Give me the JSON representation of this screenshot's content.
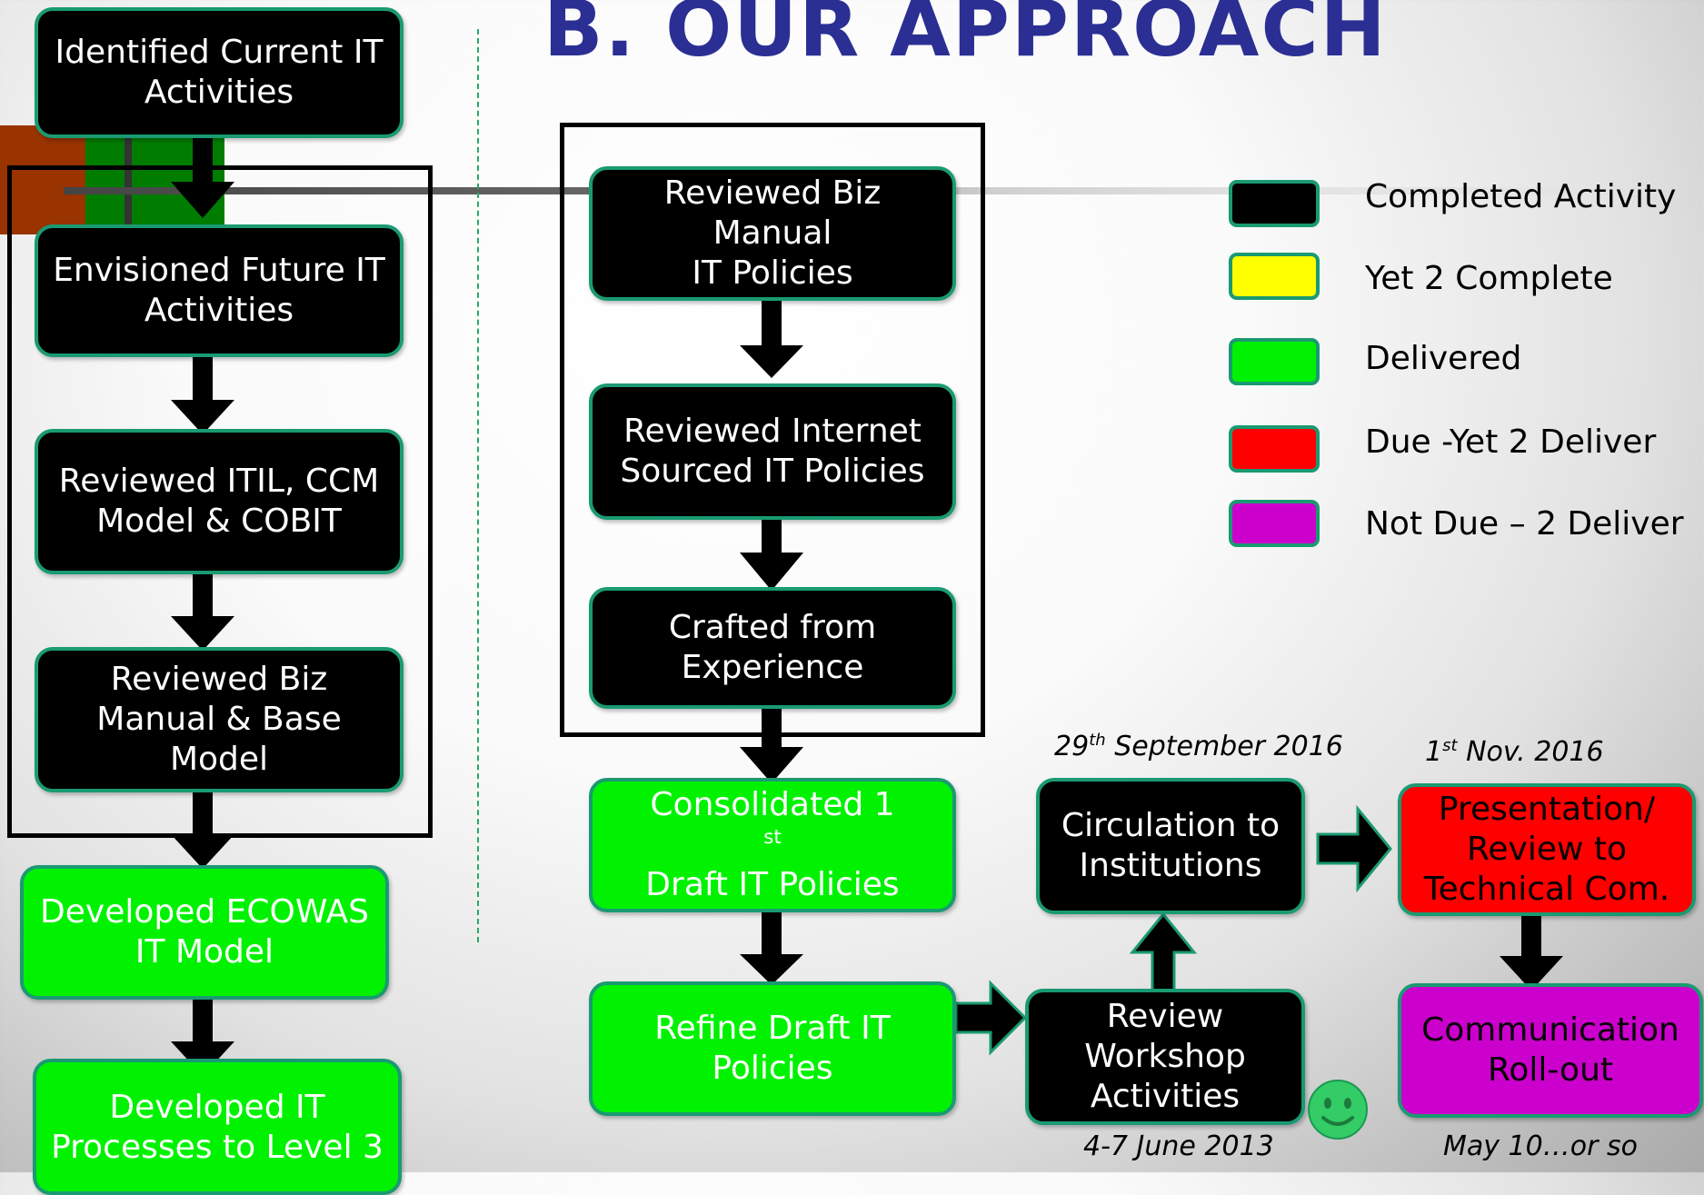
{
  "title": "B.  OUR APPROACH",
  "left_column": [
    {
      "lines": [
        "Identified Current IT",
        "Activities"
      ],
      "status": "completed"
    },
    {
      "lines": [
        "Envisioned Future IT",
        "Activities"
      ],
      "status": "completed"
    },
    {
      "lines": [
        "Reviewed ITIL, CCM",
        "Model & COBIT"
      ],
      "status": "completed"
    },
    {
      "lines": [
        "Reviewed Biz",
        "Manual & Base",
        "Model"
      ],
      "status": "completed"
    },
    {
      "lines": [
        "Developed ECOWAS",
        "IT Model"
      ],
      "status": "delivered"
    },
    {
      "lines": [
        "Developed IT",
        "Processes to Level 3"
      ],
      "status": "delivered"
    }
  ],
  "middle_column": [
    {
      "lines": [
        "Reviewed Biz Manual",
        "IT Policies"
      ],
      "status": "completed"
    },
    {
      "lines": [
        "Reviewed Internet",
        "Sourced IT Policies"
      ],
      "status": "completed"
    },
    {
      "lines": [
        "Crafted from",
        "Experience"
      ],
      "status": "completed"
    },
    {
      "line1": "Consolidated 1",
      "line1_sup": "st",
      "line2": "Draft IT Policies",
      "status": "delivered"
    },
    {
      "lines": [
        "Refine Draft IT",
        "Policies"
      ],
      "status": "delivered"
    }
  ],
  "right_flow": {
    "review_workshop": {
      "lines": [
        "Review",
        "Workshop",
        "Activities"
      ],
      "status": "completed",
      "date": "4-7 June 2013"
    },
    "circulation": {
      "lines": [
        "Circulation to",
        "Institutions"
      ],
      "status": "completed",
      "date_prefix": "29",
      "date_sup": "th",
      "date_suffix": " September 2016"
    },
    "presentation": {
      "lines": [
        "Presentation/",
        "Review to",
        "Technical Com."
      ],
      "status": "due_yet_to_deliver",
      "date_prefix": "1",
      "date_sup": "st",
      "date_suffix": " Nov. 2016"
    },
    "communication": {
      "lines": [
        "Communication",
        "Roll-out"
      ],
      "status": "not_due",
      "date": "May 10…or so"
    }
  },
  "legend": [
    {
      "label": "Completed Activity",
      "color": "#000000"
    },
    {
      "label": "Yet  2 Complete",
      "color": "#ffff00"
    },
    {
      "label": "Delivered",
      "color": "#00f200"
    },
    {
      "label": "Due -Yet 2 Deliver",
      "color": "#ff0000"
    },
    {
      "label": "Not Due – 2 Deliver",
      "color": "#cc00cc"
    }
  ],
  "colors": {
    "title": "#2b2f93",
    "box_border": "#1a9a72",
    "divider": "#2aa866",
    "smiley": "#33cc66"
  }
}
